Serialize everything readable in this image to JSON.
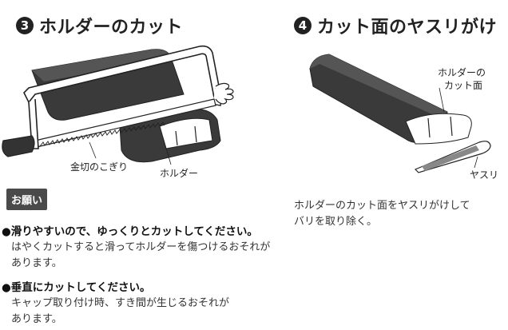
{
  "step3": {
    "number": "3",
    "title": "ホルダーのカット"
  },
  "step4": {
    "number": "4",
    "title": "カット面のヤスリがけ"
  },
  "labels": {
    "saw": "金切のこぎり",
    "holder": "ホルダー",
    "cut_face_line1": "ホルダーの",
    "cut_face_line2": "カット面",
    "file": "ヤスリ"
  },
  "request_badge": "お願い",
  "notes": [
    {
      "heading": "●滑りやすいので、ゆっくりとカットしてください。",
      "lines": [
        "はやくカットすると滑ってホルダーを傷つけるおそれが",
        "あります。"
      ]
    },
    {
      "heading": "●垂直にカットしてください。",
      "lines": [
        "キャップ取り付け時、すき間が生じるおそれが",
        "あります。"
      ]
    }
  ],
  "step4_description": [
    "ホルダーのカット面をヤスリがけして",
    "バリを取り除く。"
  ],
  "colors": {
    "holder_dark": "#3a3a3a",
    "holder_mid": "#5a5a5a",
    "badge_bg": "#4a4a4a"
  }
}
